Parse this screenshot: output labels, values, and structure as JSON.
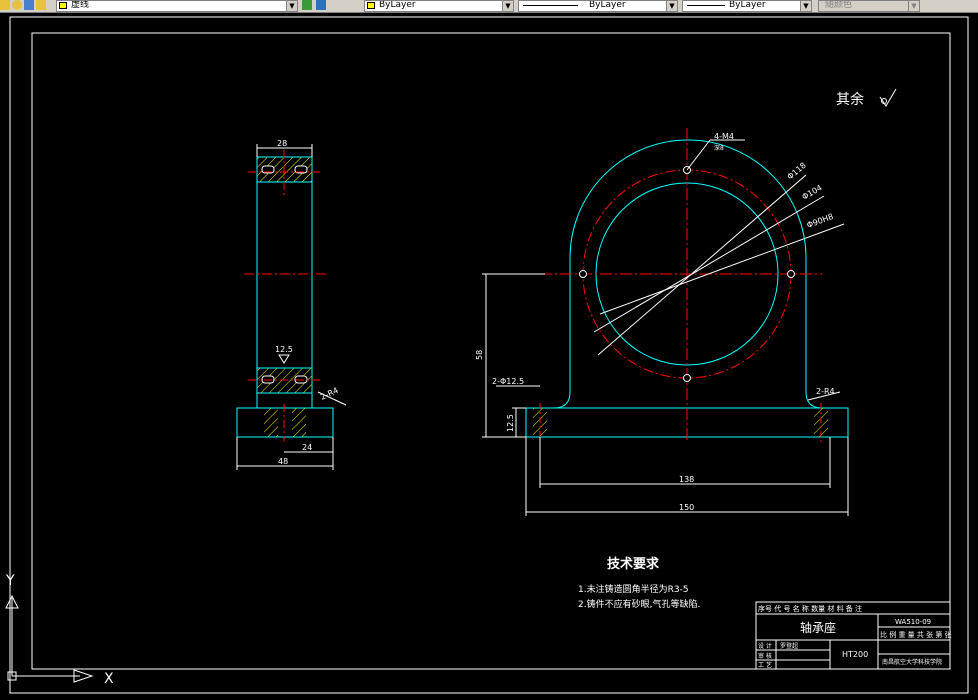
{
  "toolbar": {
    "linetype_current": "虚线",
    "layer_color": "ByLayer",
    "linetype": "ByLayer",
    "lineweight": "ByLayer",
    "plot_style": "随颜色"
  },
  "drawing": {
    "roughness_note": "其余",
    "dims_side": {
      "top_width": "28",
      "base_width": "48",
      "half_width": "24",
      "chamfer": "2-R4",
      "roughness": "12.5"
    },
    "dims_front": {
      "holes": "4-M4",
      "hole_depth": "深8",
      "dia_outer": "Φ118",
      "dia_pcd": "Φ104",
      "dia_bore": "Φ90H8",
      "height": "58",
      "base_holes": "2-Φ12.5",
      "base_thickness": "12.5",
      "chamfer": "2-R4",
      "hole_span": "138",
      "total_width": "150"
    },
    "tech_req": {
      "title": "技术要求",
      "line1": "1.未注铸造圆角半径为R3-5",
      "line2": "2.铸件不应有砂眼,气孔等缺陷."
    },
    "title_block": {
      "header": "序号 代 号 名 称 数量 材 料 备 注",
      "part_name": "轴承座",
      "drawing_no": "WA510-09",
      "scale_row": "比 例 重 量 共 张 第 张",
      "designer": "设 计",
      "designer_name": "罗登超",
      "checker": "审 核",
      "process": "工 艺",
      "material": "HT200",
      "school": "南昌航空大学科技学院"
    },
    "ucs": {
      "x_label": "X",
      "y_label": "Y"
    }
  }
}
